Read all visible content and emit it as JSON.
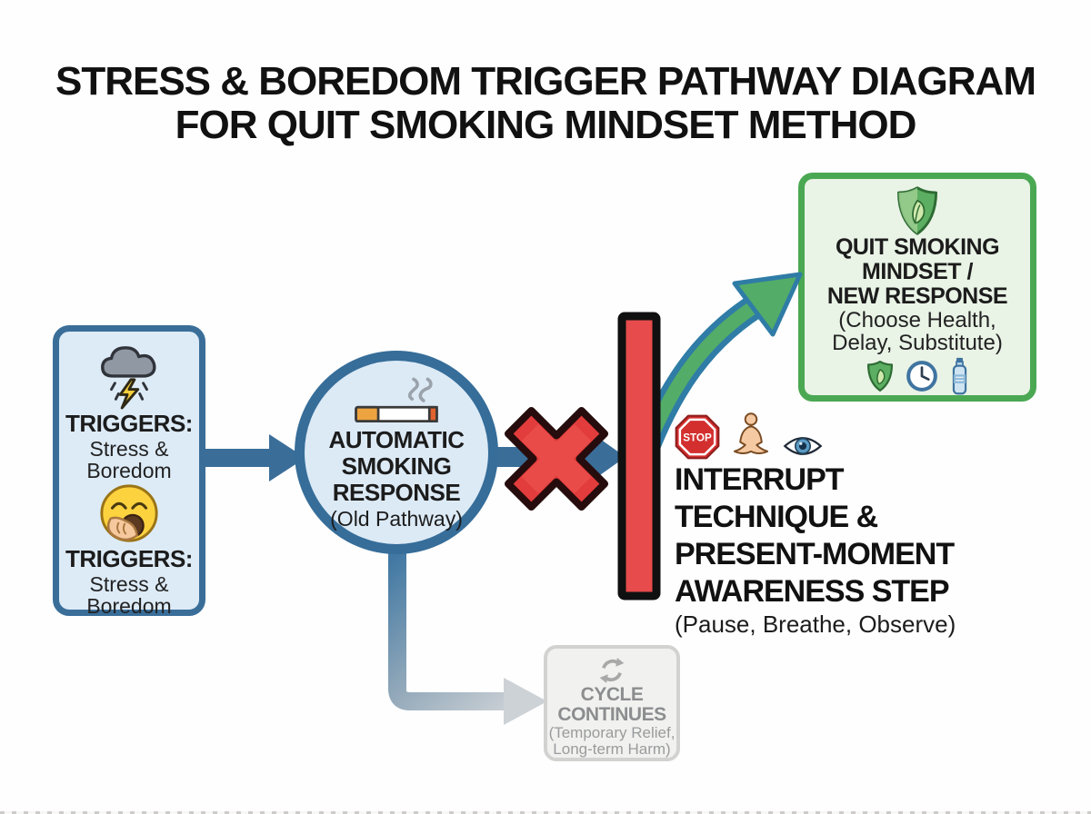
{
  "title": {
    "line1": "STRESS & BOREDOM TRIGGER PATHWAY DIAGRAM",
    "line2": "FOR QUIT SMOKING MINDSET METHOD"
  },
  "colors": {
    "flow_blue": "#3a6e99",
    "light_blue_fill": "#ddebf7",
    "block_red": "#e84b4b",
    "x_red": "#e23c3c",
    "green_border": "#4aa853",
    "green_fill": "#e9f3e6",
    "green_arrow": "#53ad68",
    "arrow_outline_teal": "#2f7ca6",
    "gray_text": "#8f9092",
    "gray_fill": "#f1f1ef"
  },
  "trigger_box": {
    "items": [
      {
        "icon": "storm-cloud-icon",
        "heading": "TRIGGERS:",
        "line1": "Stress &",
        "line2": "Boredom"
      },
      {
        "icon": "yawning-face-icon",
        "heading": "TRIGGERS:",
        "line1": "Stress &",
        "line2": "Boredom"
      }
    ]
  },
  "response_circle": {
    "icon": "cigarette-icon",
    "line1": "AUTOMATIC",
    "line2": "SMOKING",
    "line3": "RESPONSE",
    "subtitle": "(Old Pathway)"
  },
  "interrupt": {
    "icons": [
      "stop-sign-icon",
      "meditation-icon",
      "eye-icon"
    ],
    "stop_label": "STOP",
    "line1": "INTERRUPT",
    "line2": "TECHNIQUE &",
    "line3": "PRESENT-MOMENT",
    "line4": "AWARENESS STEP",
    "subtitle": "(Pause, Breathe, Observe)"
  },
  "mindset_box": {
    "icon": "shield-leaf-icon",
    "line1": "QUIT SMOKING",
    "line2": "MINDSET /",
    "line3": "NEW RESPONSE",
    "sub1": "(Choose Health,",
    "sub2": "Delay, Substitute)",
    "footer_icons": [
      "shield-leaf-small-icon",
      "clock-icon",
      "water-bottle-icon"
    ]
  },
  "cycle_box": {
    "icon": "cycle-arrows-icon",
    "line1": "CYCLE",
    "line2": "CONTINUES",
    "sub1": "(Temporary Relief,",
    "sub2": "Long-term Harm)"
  }
}
